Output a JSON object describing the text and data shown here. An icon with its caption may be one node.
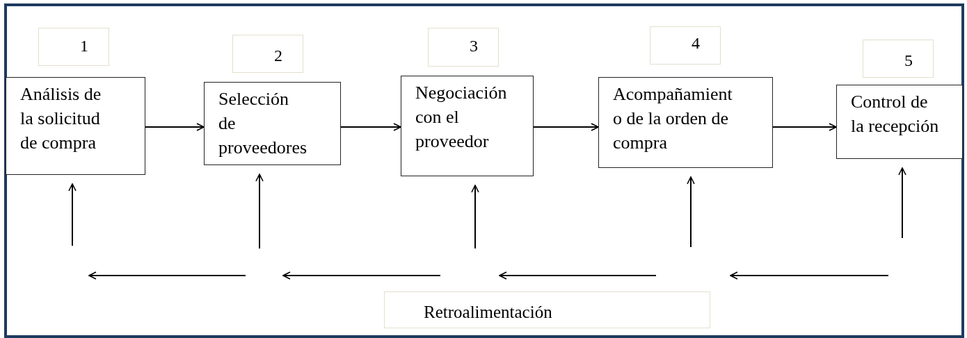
{
  "diagram": {
    "nodes": [
      {
        "text": [
          "1"
        ]
      },
      {
        "text": [
          "2"
        ]
      },
      {
        "text": [
          "3"
        ]
      },
      {
        "text": [
          "4"
        ]
      },
      {
        "text": [
          "5"
        ]
      },
      {
        "text": [
          "Análisis de la solicitud de compra"
        ]
      },
      {
        "text": [
          "Selección de proveedores"
        ]
      },
      {
        "text": [
          "Negociación con el proveedor"
        ]
      },
      {
        "text": [
          "Acompañamiento de la orden de compra"
        ]
      },
      {
        "text": [
          "Control de la recepción"
        ]
      },
      {
        "text": [
          "Retroalimentación"
        ]
      }
    ],
    "edges": [
      {
        "from": 5,
        "to": 6,
        "arrow": "to"
      },
      {
        "from": 6,
        "to": 7,
        "arrow": "to"
      },
      {
        "from": 7,
        "to": 8,
        "arrow": "to"
      },
      {
        "from": 8,
        "to": 9,
        "arrow": "to"
      },
      {
        "from": null,
        "to": 5,
        "arrow": "to"
      },
      {
        "from": null,
        "to": 6,
        "arrow": "to"
      },
      {
        "from": null,
        "to": 7,
        "arrow": "to"
      },
      {
        "from": null,
        "to": 8,
        "arrow": "to"
      },
      {
        "from": null,
        "to": 9,
        "arrow": "to"
      }
    ]
  }
}
